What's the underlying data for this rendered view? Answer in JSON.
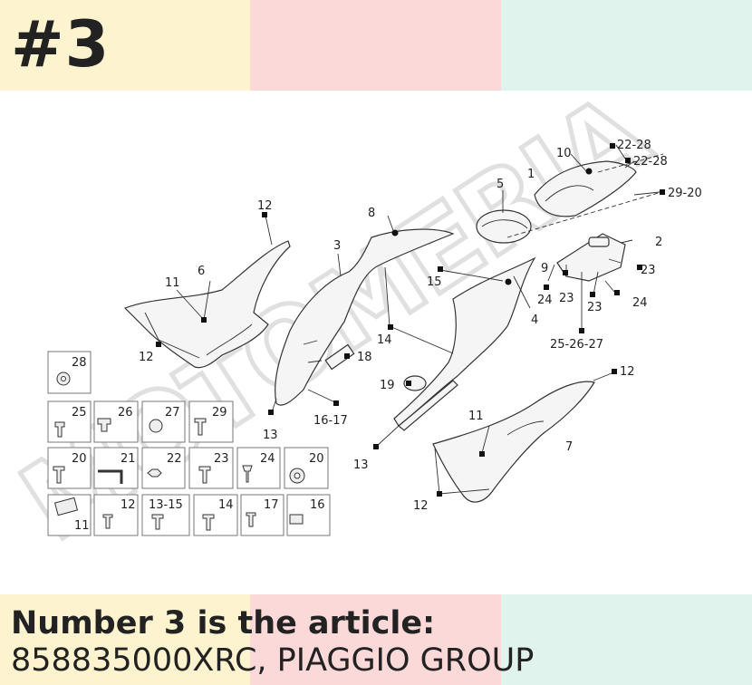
{
  "header": {
    "number": "#3"
  },
  "caption": {
    "line1": "Number 3 is the article:",
    "line2": "858835000XRC, PIAGGIO GROUP"
  },
  "watermark": {
    "text": "MOTOMERIA"
  },
  "colors": {
    "band_yellow": "#fdf3cf",
    "band_pink": "#fbd9d8",
    "band_mint": "#e0f3ec"
  },
  "callouts": {
    "c1": "1",
    "c2": "2",
    "c3": "3",
    "c4": "4",
    "c5": "5",
    "c6": "6",
    "c7": "7",
    "c8": "8",
    "c9": "9",
    "c10": "10",
    "c11a": "11",
    "c11b": "11",
    "c12a": "12",
    "c12b": "12",
    "c12c": "12",
    "c12d": "12",
    "c13a": "13",
    "c13b": "13",
    "c14": "14",
    "c15": "15",
    "c1617": "16-17",
    "c18": "18",
    "c19": "19",
    "c2228a": "22-28",
    "c2228b": "22-28",
    "c2920": "29-20",
    "c23a": "23",
    "c23b": "23",
    "c23c": "23",
    "c24a": "24",
    "c24b": "24",
    "c252627": "25-26-27"
  },
  "legend_boxes": {
    "b28": "28",
    "b25": "25",
    "b26": "26",
    "b27": "27",
    "b29": "29",
    "b20a": "20",
    "b21": "21",
    "b22": "22",
    "b23": "23",
    "b24": "24",
    "b20b": "20",
    "b11": "11",
    "b12": "12",
    "b1315": "13-15",
    "b14": "14",
    "b17": "17",
    "b16": "16"
  }
}
